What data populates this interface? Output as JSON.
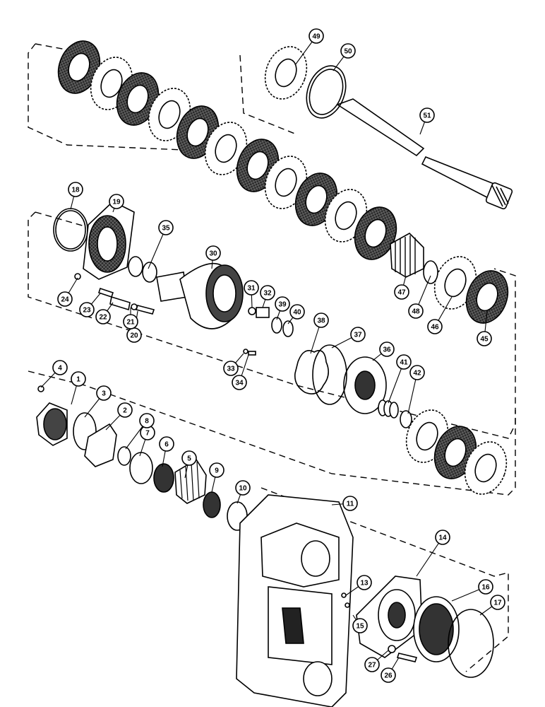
{
  "callouts": [
    "1",
    "2",
    "3",
    "4",
    "5",
    "6",
    "7",
    "8",
    "9",
    "10",
    "11",
    "13",
    "14",
    "15",
    "16",
    "17",
    "18",
    "19",
    "20",
    "21",
    "22",
    "23",
    "24",
    "26",
    "27",
    "30",
    "31",
    "32",
    "33",
    "34",
    "35",
    "36",
    "37",
    "38",
    "39",
    "40",
    "41",
    "42",
    "45",
    "46",
    "47",
    "48",
    "49",
    "50",
    "51"
  ],
  "colors": {
    "ink": "#000000",
    "background": "#ffffff",
    "friction_fill": "#222222"
  }
}
